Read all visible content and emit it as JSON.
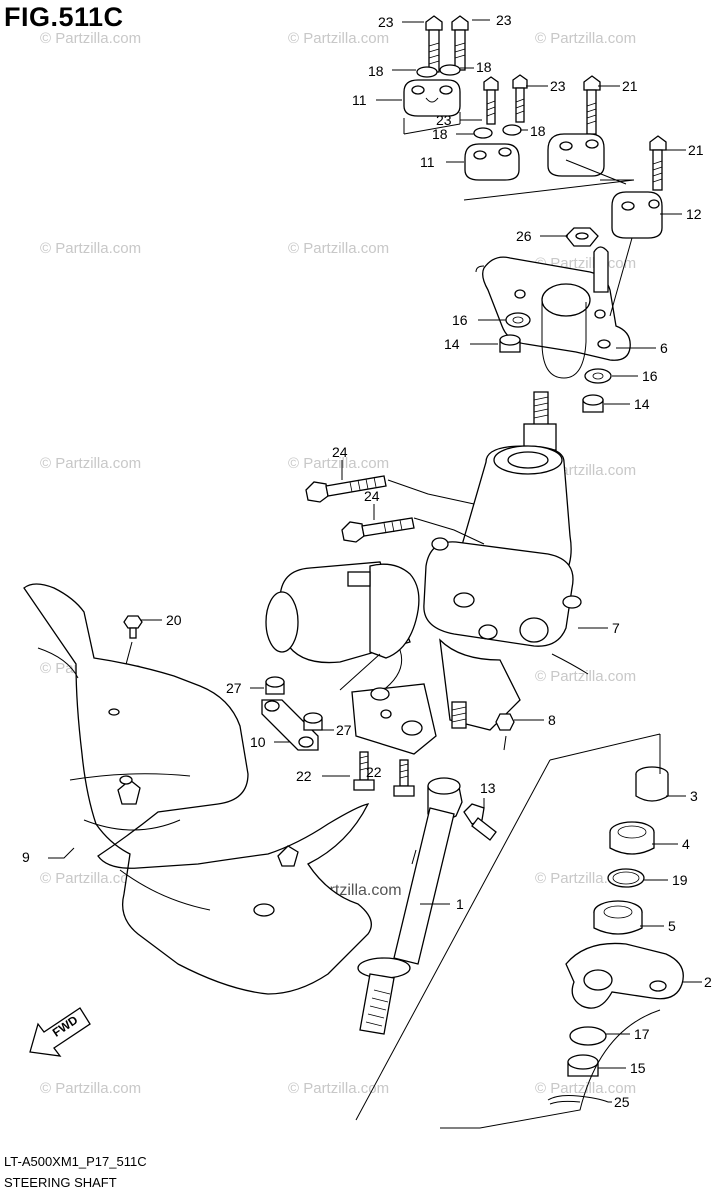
{
  "figure": {
    "title": "FIG.511C",
    "code": "LT-A500XM1_P17_511C",
    "name": "STEERING SHAFT",
    "fwd_label": "FWD"
  },
  "watermark": {
    "text": "© Partzilla.com",
    "center_text": "Partzilla.com"
  },
  "callouts": [
    {
      "id": "c1",
      "label": "1"
    },
    {
      "id": "c2",
      "label": "2"
    },
    {
      "id": "c3",
      "label": "3"
    },
    {
      "id": "c4",
      "label": "4"
    },
    {
      "id": "c5",
      "label": "5"
    },
    {
      "id": "c6",
      "label": "6"
    },
    {
      "id": "c7",
      "label": "7"
    },
    {
      "id": "c8",
      "label": "8"
    },
    {
      "id": "c9",
      "label": "9"
    },
    {
      "id": "c10",
      "label": "10"
    },
    {
      "id": "c11a",
      "label": "11"
    },
    {
      "id": "c11b",
      "label": "11"
    },
    {
      "id": "c12",
      "label": "12"
    },
    {
      "id": "c13",
      "label": "13"
    },
    {
      "id": "c14a",
      "label": "14"
    },
    {
      "id": "c14b",
      "label": "14"
    },
    {
      "id": "c15",
      "label": "15"
    },
    {
      "id": "c16a",
      "label": "16"
    },
    {
      "id": "c16b",
      "label": "16"
    },
    {
      "id": "c17",
      "label": "17"
    },
    {
      "id": "c18a",
      "label": "18"
    },
    {
      "id": "c18b",
      "label": "18"
    },
    {
      "id": "c18c",
      "label": "18"
    },
    {
      "id": "c18d",
      "label": "18"
    },
    {
      "id": "c19",
      "label": "19"
    },
    {
      "id": "c20",
      "label": "20"
    },
    {
      "id": "c21a",
      "label": "21"
    },
    {
      "id": "c21b",
      "label": "21"
    },
    {
      "id": "c22a",
      "label": "22"
    },
    {
      "id": "c22b",
      "label": "22"
    },
    {
      "id": "c23a",
      "label": "23"
    },
    {
      "id": "c23b",
      "label": "23"
    },
    {
      "id": "c23c",
      "label": "23"
    },
    {
      "id": "c23d",
      "label": "23"
    },
    {
      "id": "c24a",
      "label": "24"
    },
    {
      "id": "c24b",
      "label": "24"
    },
    {
      "id": "c25",
      "label": "25"
    },
    {
      "id": "c26",
      "label": "26"
    },
    {
      "id": "c27a",
      "label": "27"
    },
    {
      "id": "c27b",
      "label": "27"
    }
  ]
}
